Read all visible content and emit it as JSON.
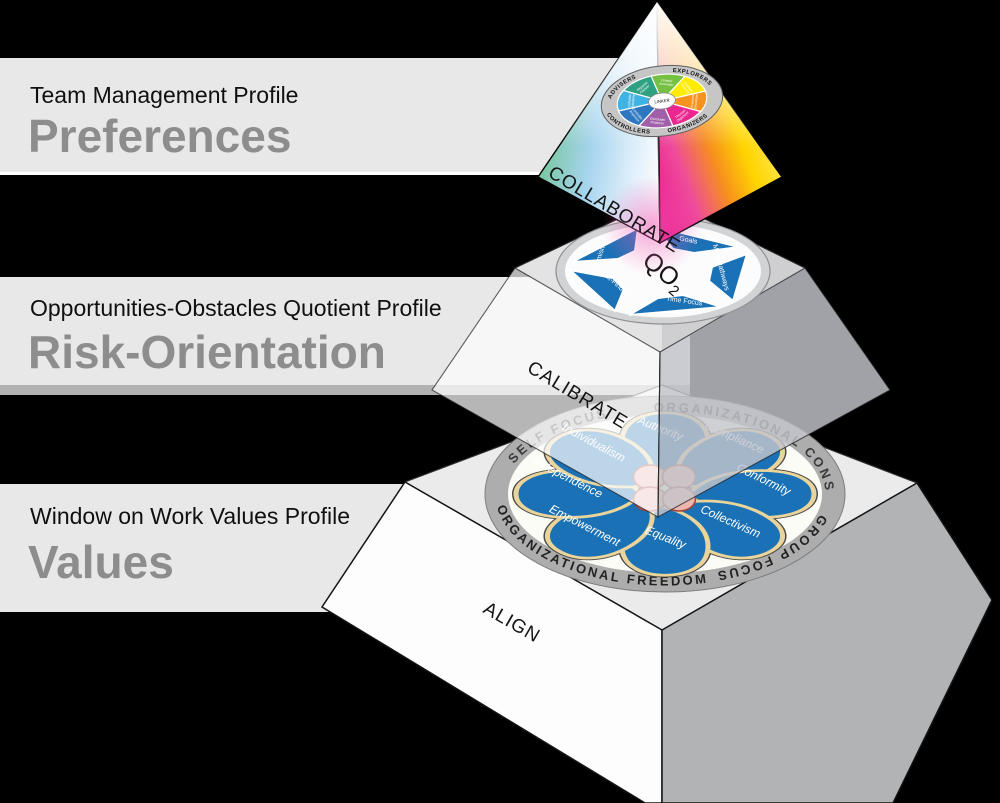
{
  "background_color": "#000000",
  "bands": [
    {
      "eyebrow": "Team Management Profile",
      "title": "Preferences"
    },
    {
      "eyebrow": "Opportunities-Obstacles Quotient Profile",
      "title": "Risk-Orientation"
    },
    {
      "eyebrow": "Window on Work Values Profile",
      "title": "Values"
    }
  ],
  "pyramid": {
    "top_face_label": "COLLABORATE",
    "middle_face_label": "CALIBRATE",
    "bottom_face_label": "ALIGN"
  },
  "tmp_wheel": {
    "center": "LINKER",
    "sectors": [
      "ADVISERS",
      "EXPLORERS",
      "CONTROLLERS",
      "ORGANIZERS"
    ],
    "roles": [
      {
        "line1": "Creator",
        "line2": "Innovator",
        "color": "#76c043"
      },
      {
        "line1": "Explorer",
        "line2": "Promoter",
        "color": "#ffec00"
      },
      {
        "line1": "Assessor",
        "line2": "Developer",
        "color": "#f6921e"
      },
      {
        "line1": "Thruster",
        "line2": "Organizer",
        "color": "#ec268f"
      },
      {
        "line1": "Concluder",
        "line2": "Producer",
        "color": "#a05fa8"
      },
      {
        "line1": "Controller",
        "line2": "Inspector",
        "color": "#2d77c1"
      },
      {
        "line1": "Upholder",
        "line2": "Maintainer",
        "color": "#3fb3e4"
      },
      {
        "line1": "Reporter",
        "line2": "Adviser",
        "color": "#2fa183"
      }
    ]
  },
  "qo2": {
    "label_main": "QO",
    "label_sub": "2",
    "subscales": [
      "Goals",
      "Multi-Pathways",
      "Time Focus",
      "Fault-Finding",
      "Optimism"
    ]
  },
  "values_wheel": {
    "ring_labels": {
      "upper_left": "SELF FOCUS",
      "upper_right": "ORGANIZATIONAL CONSTRAINT",
      "lower_right": "GROUP FOCUS",
      "lower_left": "ORGANIZATIONAL FREEDOM"
    },
    "petals": [
      "Authority",
      "Compliance",
      "Conformity",
      "Collectivism",
      "Equality",
      "Empowerment",
      "Independence",
      "Individualism"
    ],
    "petal_color": "#1a71b5",
    "petal_border": "#e9d49b"
  },
  "colors": {
    "band_bg": "#e8e8e8",
    "band_title": "#8d8d8d",
    "eyebrow_text": "#111111",
    "blue": "#1a71b5",
    "ring_gray": "#adadad",
    "clover_pink": "#ecb6af"
  }
}
